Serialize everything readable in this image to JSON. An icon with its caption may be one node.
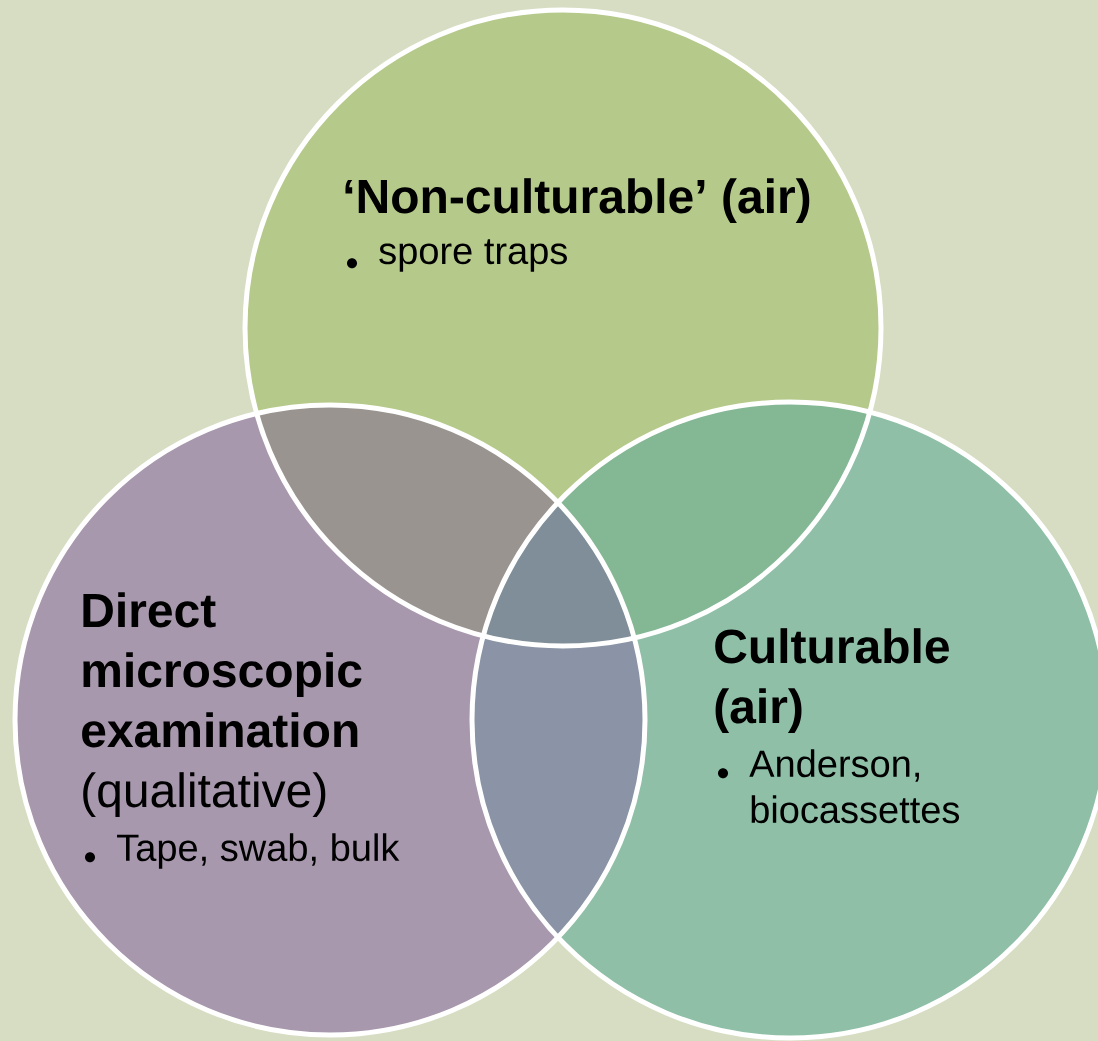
{
  "diagram": {
    "nodes": [
      {
        "text": [
          "‘Non-culturable’ (air)",
          "spore traps"
        ]
      },
      {
        "text": [
          "Direct microscopic examination",
          "(qualitative)",
          "Tape, swab, bulk"
        ]
      },
      {
        "text": [
          "Culturable (air)",
          "Anderson, biocassettes"
        ]
      }
    ]
  }
}
